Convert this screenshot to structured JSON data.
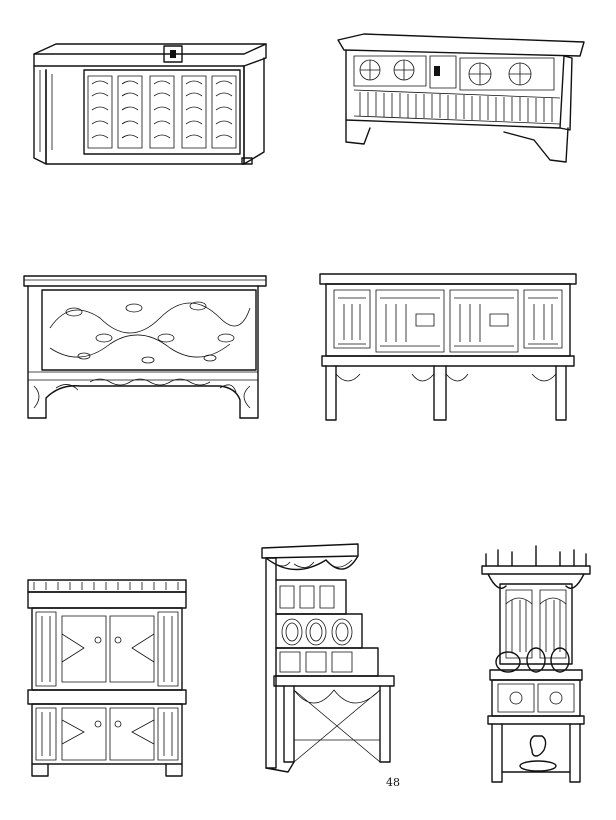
{
  "page": {
    "number": "48"
  },
  "colors": {
    "ink": "#111111",
    "paper": "#ffffff"
  },
  "illustrations": [
    {
      "id": "chest-linenfold-panels"
    },
    {
      "id": "chest-carved-rosettes"
    },
    {
      "id": "chest-foliate-carving"
    },
    {
      "id": "buffet-on-stand"
    },
    {
      "id": "cupboard-two-tier"
    },
    {
      "id": "stepped-dresser-canopy"
    },
    {
      "id": "dresser-spired-canopy"
    }
  ]
}
